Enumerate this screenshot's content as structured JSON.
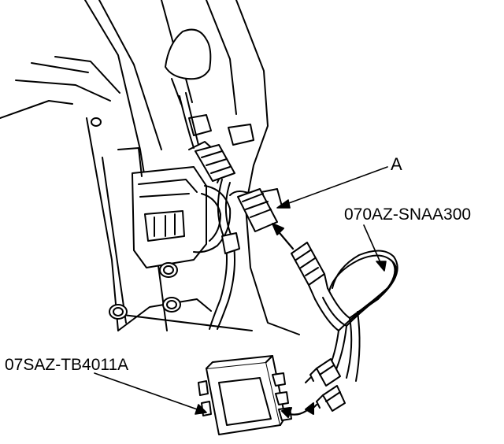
{
  "diagram": {
    "callouts": {
      "connector_a": "A",
      "harness_part": "070AZ-SNAA300",
      "tester_part": "07SAZ-TB4011A"
    },
    "colors": {
      "line": "#000000",
      "fill": "#ffffff",
      "background": "#ffffff"
    }
  }
}
